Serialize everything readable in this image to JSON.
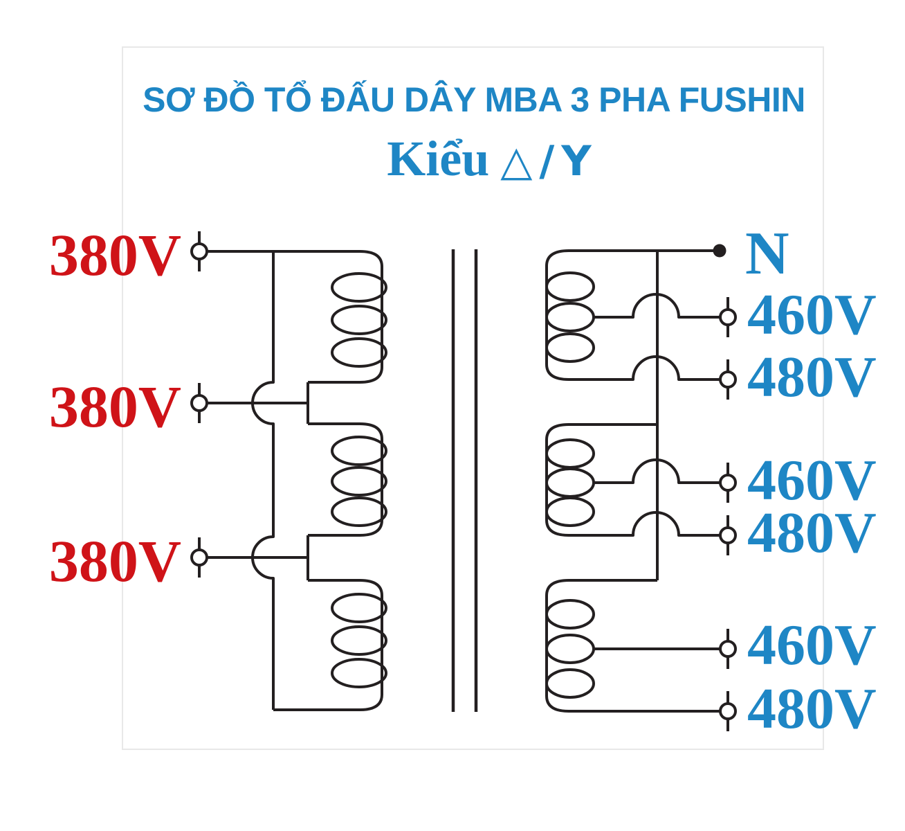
{
  "title": "SƠ ĐỒ TỔ ĐẤU DÂY MBA 3 PHA FUSHIN",
  "subtitle": {
    "word": "Kiểu",
    "symbols": "△/Y"
  },
  "colors": {
    "blue": "#1e86c5",
    "red": "#cf1318",
    "line": "#231f20",
    "frame": "#e8e8e8"
  },
  "primary": {
    "labels": [
      "380V",
      "380V",
      "380V"
    ]
  },
  "secondary": {
    "neutral": "N",
    "taps": [
      "460V",
      "480V",
      "460V",
      "480V",
      "460V",
      "480V"
    ]
  }
}
